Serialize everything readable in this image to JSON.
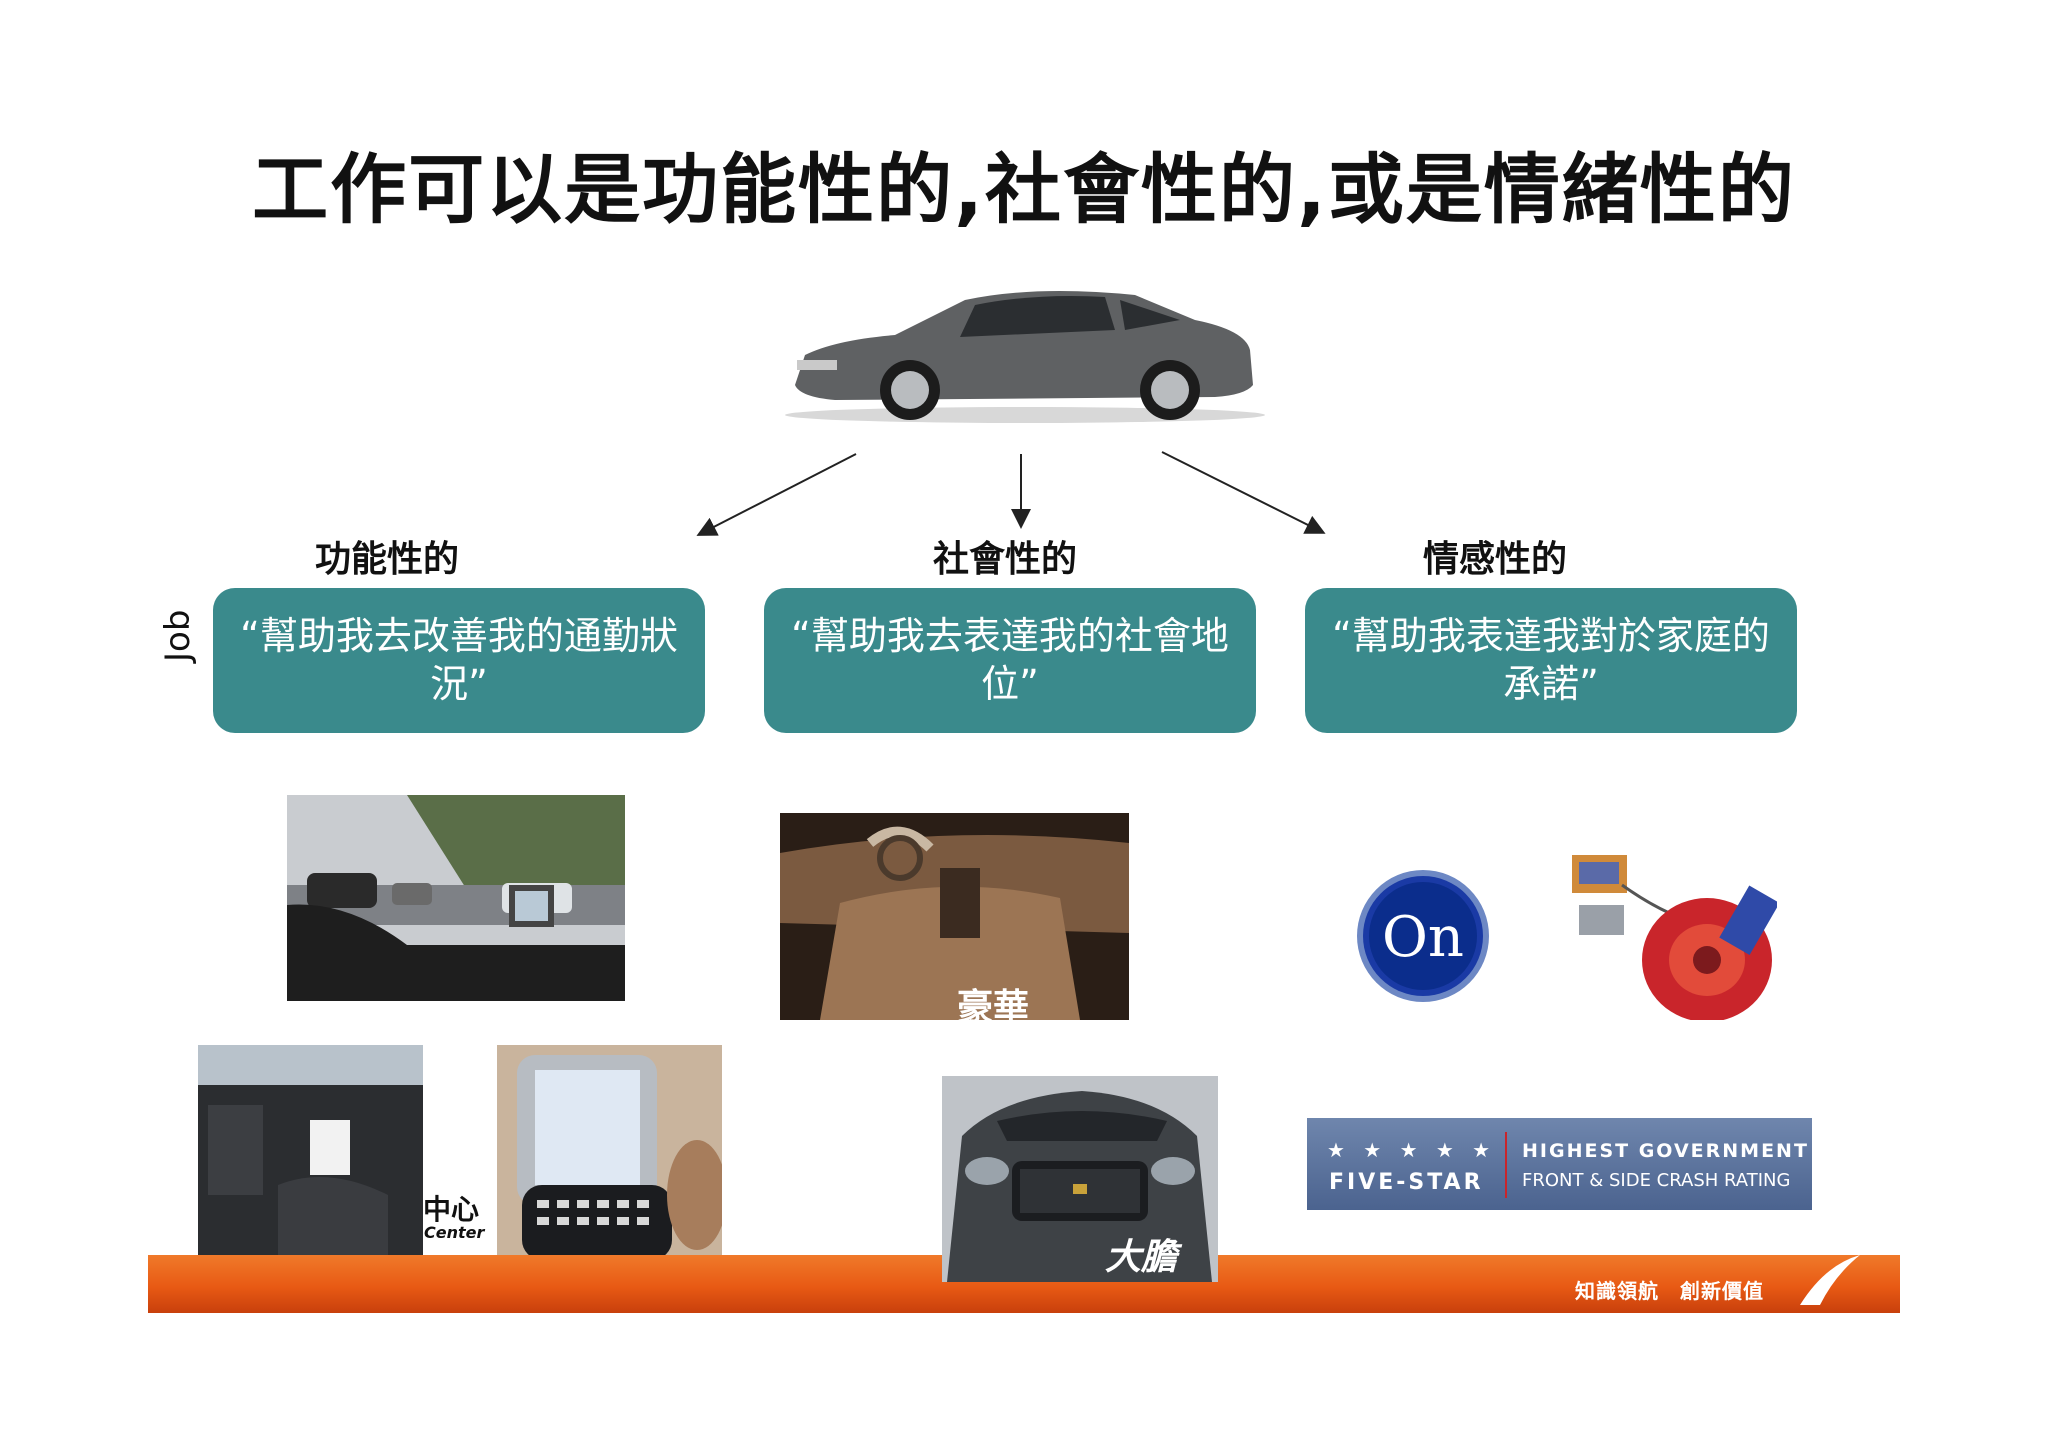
{
  "title": "工作可以是功能性的,社會性的,或是情緒性的",
  "categories": {
    "functional": "功能性的",
    "social": "社會性的",
    "emotional": "情感性的"
  },
  "job_label": "Job",
  "jobs": {
    "functional": "“幫助我去改善我的通勤狀況”",
    "social": "“幫助我去表達我的社會地位”",
    "emotional": "“幫助我表達我對於家庭的承諾”"
  },
  "captions": {
    "luxury": "豪華",
    "bold": "大膽"
  },
  "onstar_text": "On",
  "rating": {
    "stars": "★ ★ ★ ★ ★",
    "five_star": "FIVE-STAR",
    "line1": "HIGHEST GOVERNMENT",
    "line2": "FRONT & SIDE CRASH RATING"
  },
  "footer": {
    "slogan": "知識領航　創新價值",
    "center_partial": "中心",
    "center_en": "Center"
  },
  "colors": {
    "box": "#3a8a8c",
    "band": "#e85a14"
  }
}
